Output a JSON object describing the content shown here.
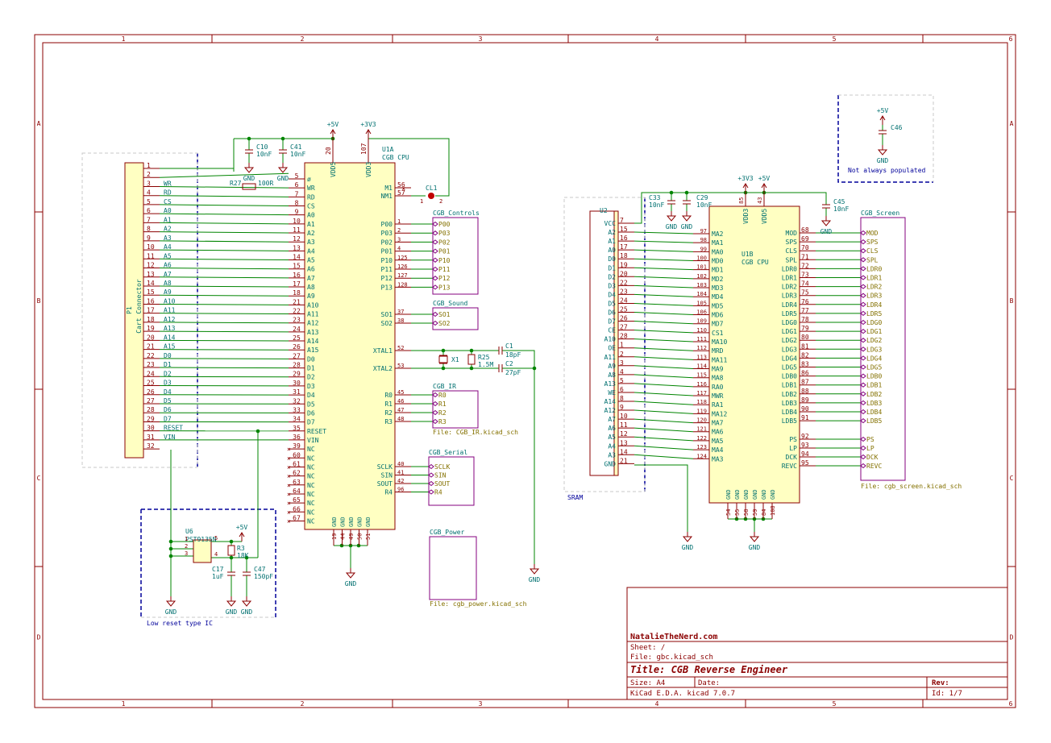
{
  "frame": {
    "columns": [
      "1",
      "2",
      "3",
      "4",
      "5",
      "6"
    ],
    "rows": [
      "A",
      "B",
      "C",
      "D"
    ]
  },
  "colors": {
    "border": "#8b0000",
    "wire": "#008400",
    "power": "#8b0000",
    "label": "#007070",
    "pin": "#8b0000",
    "hier": "#84007f",
    "hiertext": "#847100",
    "note": "#00009a",
    "outline": "#c8c8c8"
  },
  "power_labels": {
    "v5": "+5V",
    "v3": "+3V3",
    "gnd": "GND"
  },
  "connector": {
    "ref": "P1",
    "value": "Cart Connector",
    "pins": [
      {
        "n": "1",
        "s": ""
      },
      {
        "n": "2",
        "s": ""
      },
      {
        "n": "3",
        "s": "WR"
      },
      {
        "n": "4",
        "s": "RD"
      },
      {
        "n": "5",
        "s": "CS"
      },
      {
        "n": "6",
        "s": "A0"
      },
      {
        "n": "7",
        "s": "A1"
      },
      {
        "n": "8",
        "s": "A2"
      },
      {
        "n": "9",
        "s": "A3"
      },
      {
        "n": "10",
        "s": "A4"
      },
      {
        "n": "11",
        "s": "A5"
      },
      {
        "n": "12",
        "s": "A6"
      },
      {
        "n": "13",
        "s": "A7"
      },
      {
        "n": "14",
        "s": "A8"
      },
      {
        "n": "15",
        "s": "A9"
      },
      {
        "n": "16",
        "s": "A10"
      },
      {
        "n": "17",
        "s": "A11"
      },
      {
        "n": "18",
        "s": "A12"
      },
      {
        "n": "19",
        "s": "A13"
      },
      {
        "n": "20",
        "s": "A14"
      },
      {
        "n": "21",
        "s": "A15"
      },
      {
        "n": "22",
        "s": "D0"
      },
      {
        "n": "23",
        "s": "D1"
      },
      {
        "n": "24",
        "s": "D2"
      },
      {
        "n": "25",
        "s": "D3"
      },
      {
        "n": "26",
        "s": "D4"
      },
      {
        "n": "27",
        "s": "D5"
      },
      {
        "n": "28",
        "s": "D6"
      },
      {
        "n": "29",
        "s": "D7"
      },
      {
        "n": "30",
        "s": "RESET"
      },
      {
        "n": "31",
        "s": "VIN"
      },
      {
        "n": "32",
        "s": ""
      }
    ]
  },
  "cpu_a": {
    "ref": "U1A",
    "value": "CGB CPU",
    "left_pins": [
      {
        "n": "5",
        "s": "ø"
      },
      {
        "n": "6",
        "s": "WR"
      },
      {
        "n": "7",
        "s": "RD"
      },
      {
        "n": "8",
        "s": "CS"
      },
      {
        "n": "9",
        "s": "A0"
      },
      {
        "n": "10",
        "s": "A1"
      },
      {
        "n": "11",
        "s": "A2"
      },
      {
        "n": "12",
        "s": "A3"
      },
      {
        "n": "13",
        "s": "A4"
      },
      {
        "n": "14",
        "s": "A5"
      },
      {
        "n": "15",
        "s": "A6"
      },
      {
        "n": "16",
        "s": "A7"
      },
      {
        "n": "17",
        "s": "A8"
      },
      {
        "n": "18",
        "s": "A9"
      },
      {
        "n": "21",
        "s": "A10"
      },
      {
        "n": "22",
        "s": "A11"
      },
      {
        "n": "23",
        "s": "A12"
      },
      {
        "n": "24",
        "s": "A13"
      },
      {
        "n": "25",
        "s": "A14"
      },
      {
        "n": "26",
        "s": "A15"
      },
      {
        "n": "27",
        "s": "D0"
      },
      {
        "n": "28",
        "s": "D1"
      },
      {
        "n": "29",
        "s": "D2"
      },
      {
        "n": "30",
        "s": "D3"
      },
      {
        "n": "31",
        "s": "D4"
      },
      {
        "n": "32",
        "s": "D5"
      },
      {
        "n": "33",
        "s": "D6"
      },
      {
        "n": "34",
        "s": "D7"
      },
      {
        "n": "35",
        "s": "RESET"
      },
      {
        "n": "36",
        "s": "VIN"
      },
      {
        "n": "39",
        "s": "NC"
      },
      {
        "n": "60",
        "s": "NC"
      },
      {
        "n": "61",
        "s": "NC"
      },
      {
        "n": "62",
        "s": "NC"
      },
      {
        "n": "63",
        "s": "NC"
      },
      {
        "n": "64",
        "s": "NC"
      },
      {
        "n": "65",
        "s": "NC"
      },
      {
        "n": "66",
        "s": "NC"
      },
      {
        "n": "67",
        "s": "NC"
      }
    ],
    "top_pins": [
      {
        "n": "20",
        "s": "VDD5"
      },
      {
        "n": "107",
        "s": "VDD3"
      }
    ],
    "m_pins": [
      {
        "n": "56",
        "s": "M1"
      },
      {
        "n": "57",
        "s": "NM1"
      }
    ],
    "ctrl_pins": [
      {
        "n": "1",
        "s": "P00"
      },
      {
        "n": "2",
        "s": "P03"
      },
      {
        "n": "3",
        "s": "P02"
      },
      {
        "n": "4",
        "s": "P01"
      },
      {
        "n": "125",
        "s": "P10"
      },
      {
        "n": "126",
        "s": "P11"
      },
      {
        "n": "127",
        "s": "P12"
      },
      {
        "n": "128",
        "s": "P13"
      }
    ],
    "sound_pins": [
      {
        "n": "37",
        "s": "SO1"
      },
      {
        "n": "38",
        "s": "SO2"
      }
    ],
    "xtal_pins": [
      {
        "n": "52",
        "s": "XTAL1"
      },
      {
        "n": "53",
        "s": "XTAL2"
      }
    ],
    "ir_pins": [
      {
        "n": "45",
        "s": "R0"
      },
      {
        "n": "46",
        "s": "R1"
      },
      {
        "n": "47",
        "s": "R2"
      },
      {
        "n": "48",
        "s": "R3"
      }
    ],
    "serial_pins": [
      {
        "n": "40",
        "s": "SCLK"
      },
      {
        "n": "41",
        "s": "SIN"
      },
      {
        "n": "42",
        "s": "SOUT"
      },
      {
        "n": "96",
        "s": "R4"
      }
    ],
    "gnd_pins": [
      {
        "n": "19",
        "s": "GND"
      },
      {
        "n": "44",
        "s": "GND"
      },
      {
        "n": "49",
        "s": "GND"
      },
      {
        "n": "50",
        "s": "GND"
      },
      {
        "n": "51",
        "s": "GND"
      }
    ]
  },
  "hier_sheets": {
    "controls": {
      "name": "CGB_Controls",
      "pins": [
        "P00",
        "P03",
        "P02",
        "P01",
        "P10",
        "P11",
        "P12",
        "P13"
      ]
    },
    "sound": {
      "name": "CGB_Sound",
      "pins": [
        "SO1",
        "SO2"
      ]
    },
    "ir": {
      "name": "CGB_IR",
      "file": "File: CGB_IR.kicad_sch",
      "pins": [
        "R0",
        "R1",
        "R2",
        "R3"
      ]
    },
    "serial": {
      "name": "CGB_Serial",
      "pins": [
        "SCLK",
        "SIN",
        "SOUT",
        "R4"
      ]
    },
    "power": {
      "name": "CGB_Power",
      "file": "File: cgb_power.kicad_sch"
    },
    "screen": {
      "name": "CGB_Screen",
      "file": "File: cgb_screen.kicad_sch",
      "pins": [
        "MOD",
        "SPS",
        "CLS",
        "SPL",
        "LDR0",
        "LDR1",
        "LDR2",
        "LDR3",
        "LDR4",
        "LDR5",
        "LDG0",
        "LDG1",
        "LDG2",
        "LDG3",
        "LDG4",
        "LDG5",
        "LDB0",
        "LDB1",
        "LDB2",
        "LDB3",
        "LDB4",
        "LDB5"
      ],
      "pins2": [
        "PS",
        "LP",
        "DCK",
        "REVC"
      ]
    }
  },
  "caps": {
    "c10": {
      "ref": "C10",
      "val": "10nF"
    },
    "c41": {
      "ref": "C41",
      "val": "10nF"
    },
    "c33": {
      "ref": "C33",
      "val": "10nF"
    },
    "c29": {
      "ref": "C29",
      "val": "10nF"
    },
    "c45": {
      "ref": "C45",
      "val": "10nF"
    },
    "c46": {
      "ref": "C46",
      "val": ""
    },
    "c1": {
      "ref": "C1",
      "val": "18pF"
    },
    "c2": {
      "ref": "C2",
      "val": "27pF"
    },
    "c17": {
      "ref": "C17",
      "val": "1uF"
    },
    "c47": {
      "ref": "C47",
      "val": "150pF"
    }
  },
  "resistors": {
    "r27": {
      "ref": "R27",
      "val": "100R"
    },
    "r25": {
      "ref": "R25",
      "val": "1.5M"
    },
    "r3": {
      "ref": "R3",
      "val": "18K"
    }
  },
  "misc": {
    "cl1": "CL1",
    "cl1_p1": "1",
    "cl1_p2": "2",
    "x1": "X1",
    "not_populated": "Not always populated",
    "sram_note": "SRAM",
    "reset_note": "Low reset type IC"
  },
  "reset_ic": {
    "ref": "U6",
    "value": "PST9135N",
    "pins": [
      "1",
      "2",
      "3",
      "4",
      "5"
    ]
  },
  "sram": {
    "ref": "U2",
    "pins": [
      {
        "n": "7",
        "s": "VCC"
      },
      {
        "n": "15",
        "s": "A2"
      },
      {
        "n": "16",
        "s": "A1"
      },
      {
        "n": "17",
        "s": "A0"
      },
      {
        "n": "18",
        "s": "D0"
      },
      {
        "n": "19",
        "s": "D1"
      },
      {
        "n": "20",
        "s": "D2"
      },
      {
        "n": "22",
        "s": "D3"
      },
      {
        "n": "23",
        "s": "D4"
      },
      {
        "n": "24",
        "s": "D5"
      },
      {
        "n": "25",
        "s": "D6"
      },
      {
        "n": "26",
        "s": "D7"
      },
      {
        "n": "27",
        "s": "CE"
      },
      {
        "n": "28",
        "s": "A10"
      },
      {
        "n": "1",
        "s": "OE"
      },
      {
        "n": "2",
        "s": "A11"
      },
      {
        "n": "3",
        "s": "A9"
      },
      {
        "n": "4",
        "s": "A8"
      },
      {
        "n": "5",
        "s": "A13"
      },
      {
        "n": "6",
        "s": "WE"
      },
      {
        "n": "8",
        "s": "A14"
      },
      {
        "n": "9",
        "s": "A12"
      },
      {
        "n": "10",
        "s": "A7"
      },
      {
        "n": "11",
        "s": "A6"
      },
      {
        "n": "12",
        "s": "A5"
      },
      {
        "n": "13",
        "s": "A4"
      },
      {
        "n": "14",
        "s": "A3"
      },
      {
        "n": "21",
        "s": "GND"
      }
    ]
  },
  "cpu_b": {
    "ref": "U1B",
    "value": "CGB CPU",
    "top_pins": [
      {
        "n": "85",
        "s": "VDD3"
      },
      {
        "n": "43",
        "s": "VDD5"
      }
    ],
    "left_pins": [
      {
        "n": "97",
        "s": "MA2"
      },
      {
        "n": "98",
        "s": "MA1"
      },
      {
        "n": "99",
        "s": "MA0"
      },
      {
        "n": "100",
        "s": "MD0"
      },
      {
        "n": "101",
        "s": "MD1"
      },
      {
        "n": "102",
        "s": "MD2"
      },
      {
        "n": "103",
        "s": "MD3"
      },
      {
        "n": "104",
        "s": "MD4"
      },
      {
        "n": "105",
        "s": "MD5"
      },
      {
        "n": "106",
        "s": "MD6"
      },
      {
        "n": "109",
        "s": "MD7"
      },
      {
        "n": "110",
        "s": "CS1"
      },
      {
        "n": "111",
        "s": "MA10"
      },
      {
        "n": "112",
        "s": "MRD"
      },
      {
        "n": "113",
        "s": "MA11"
      },
      {
        "n": "114",
        "s": "MA9"
      },
      {
        "n": "115",
        "s": "MA8"
      },
      {
        "n": "116",
        "s": "RA0"
      },
      {
        "n": "117",
        "s": "MWR"
      },
      {
        "n": "118",
        "s": "RA1"
      },
      {
        "n": "119",
        "s": "MA12"
      },
      {
        "n": "120",
        "s": "MA7"
      },
      {
        "n": "121",
        "s": "MA6"
      },
      {
        "n": "122",
        "s": "MA5"
      },
      {
        "n": "123",
        "s": "MA4"
      },
      {
        "n": "124",
        "s": "MA3"
      }
    ],
    "right_pins": [
      {
        "n": "68",
        "s": "MOD"
      },
      {
        "n": "69",
        "s": "SPS"
      },
      {
        "n": "70",
        "s": "CLS"
      },
      {
        "n": "71",
        "s": "SPL"
      },
      {
        "n": "72",
        "s": "LDR0"
      },
      {
        "n": "73",
        "s": "LDR1"
      },
      {
        "n": "74",
        "s": "LDR2"
      },
      {
        "n": "75",
        "s": "LDR3"
      },
      {
        "n": "76",
        "s": "LDR4"
      },
      {
        "n": "77",
        "s": "LDR5"
      },
      {
        "n": "78",
        "s": "LDG0"
      },
      {
        "n": "79",
        "s": "LDG1"
      },
      {
        "n": "80",
        "s": "LDG2"
      },
      {
        "n": "81",
        "s": "LDG3"
      },
      {
        "n": "82",
        "s": "LDG4"
      },
      {
        "n": "83",
        "s": "LDG5"
      },
      {
        "n": "86",
        "s": "LDB0"
      },
      {
        "n": "87",
        "s": "LDB1"
      },
      {
        "n": "88",
        "s": "LDB2"
      },
      {
        "n": "89",
        "s": "LDB3"
      },
      {
        "n": "90",
        "s": "LDB4"
      },
      {
        "n": "91",
        "s": "LDB5"
      }
    ],
    "right_pins2": [
      {
        "n": "92",
        "s": "PS"
      },
      {
        "n": "93",
        "s": "LP"
      },
      {
        "n": "94",
        "s": "DCK"
      },
      {
        "n": "95",
        "s": "REVC"
      }
    ],
    "gnd_pins": [
      {
        "n": "54",
        "s": "GND"
      },
      {
        "n": "55",
        "s": "GND"
      },
      {
        "n": "58",
        "s": "GND"
      },
      {
        "n": "59",
        "s": "GND"
      },
      {
        "n": "84",
        "s": "GND"
      },
      {
        "n": "108",
        "s": "GND"
      }
    ]
  },
  "title_block": {
    "company": "NatalieTheNerd.com",
    "sheet": "Sheet: /",
    "file": "File: gbc.kicad_sch",
    "title": "Title: CGB Reverse Engineer",
    "size": "Size: A4",
    "date": "Date:",
    "rev": "Rev:",
    "tool": "KiCad E.D.A.  kicad 7.0.7",
    "id": "Id: 1/7"
  }
}
